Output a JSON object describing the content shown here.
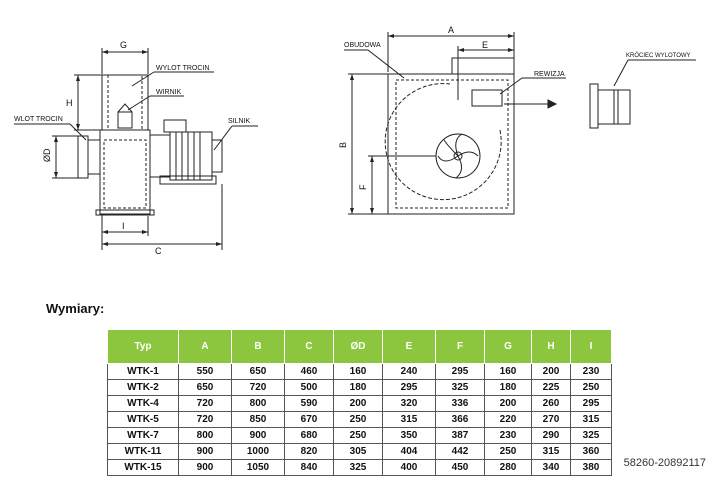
{
  "drawing": {
    "left_labels": {
      "g": "G",
      "wylot_trocin": "WYLOT TROCIN",
      "h": "H",
      "wirnik": "WIRNIK",
      "wlot_trocin": "WLOT TROCIN",
      "silnik": "SILNIK",
      "od": "ØD",
      "i": "I",
      "c": "C"
    },
    "right_labels": {
      "a": "A",
      "e": "E",
      "obudowa": "OBUDOWA",
      "rewizja": "REWIZJA",
      "b": "B",
      "f": "F",
      "krociec_wylotowy": "KRÓCIEC WYLOTOWY"
    }
  },
  "dimensions": {
    "heading": "Wymiary:",
    "columns": [
      "Typ",
      "A",
      "B",
      "C",
      "ØD",
      "E",
      "F",
      "G",
      "H",
      "I"
    ],
    "rows": [
      [
        "WTK-1",
        "550",
        "650",
        "460",
        "160",
        "240",
        "295",
        "160",
        "200",
        "230"
      ],
      [
        "WTK-2",
        "650",
        "720",
        "500",
        "180",
        "295",
        "325",
        "180",
        "225",
        "250"
      ],
      [
        "WTK-4",
        "720",
        "800",
        "590",
        "200",
        "320",
        "336",
        "200",
        "260",
        "295"
      ],
      [
        "WTK-5",
        "720",
        "850",
        "670",
        "250",
        "315",
        "366",
        "220",
        "270",
        "315"
      ],
      [
        "WTK-7",
        "800",
        "900",
        "680",
        "250",
        "350",
        "387",
        "230",
        "290",
        "325"
      ],
      [
        "WTK-11",
        "900",
        "1000",
        "820",
        "305",
        "404",
        "442",
        "250",
        "315",
        "360"
      ],
      [
        "WTK-15",
        "900",
        "1050",
        "840",
        "325",
        "400",
        "450",
        "280",
        "340",
        "380"
      ]
    ]
  },
  "reference": "58260-20892117"
}
